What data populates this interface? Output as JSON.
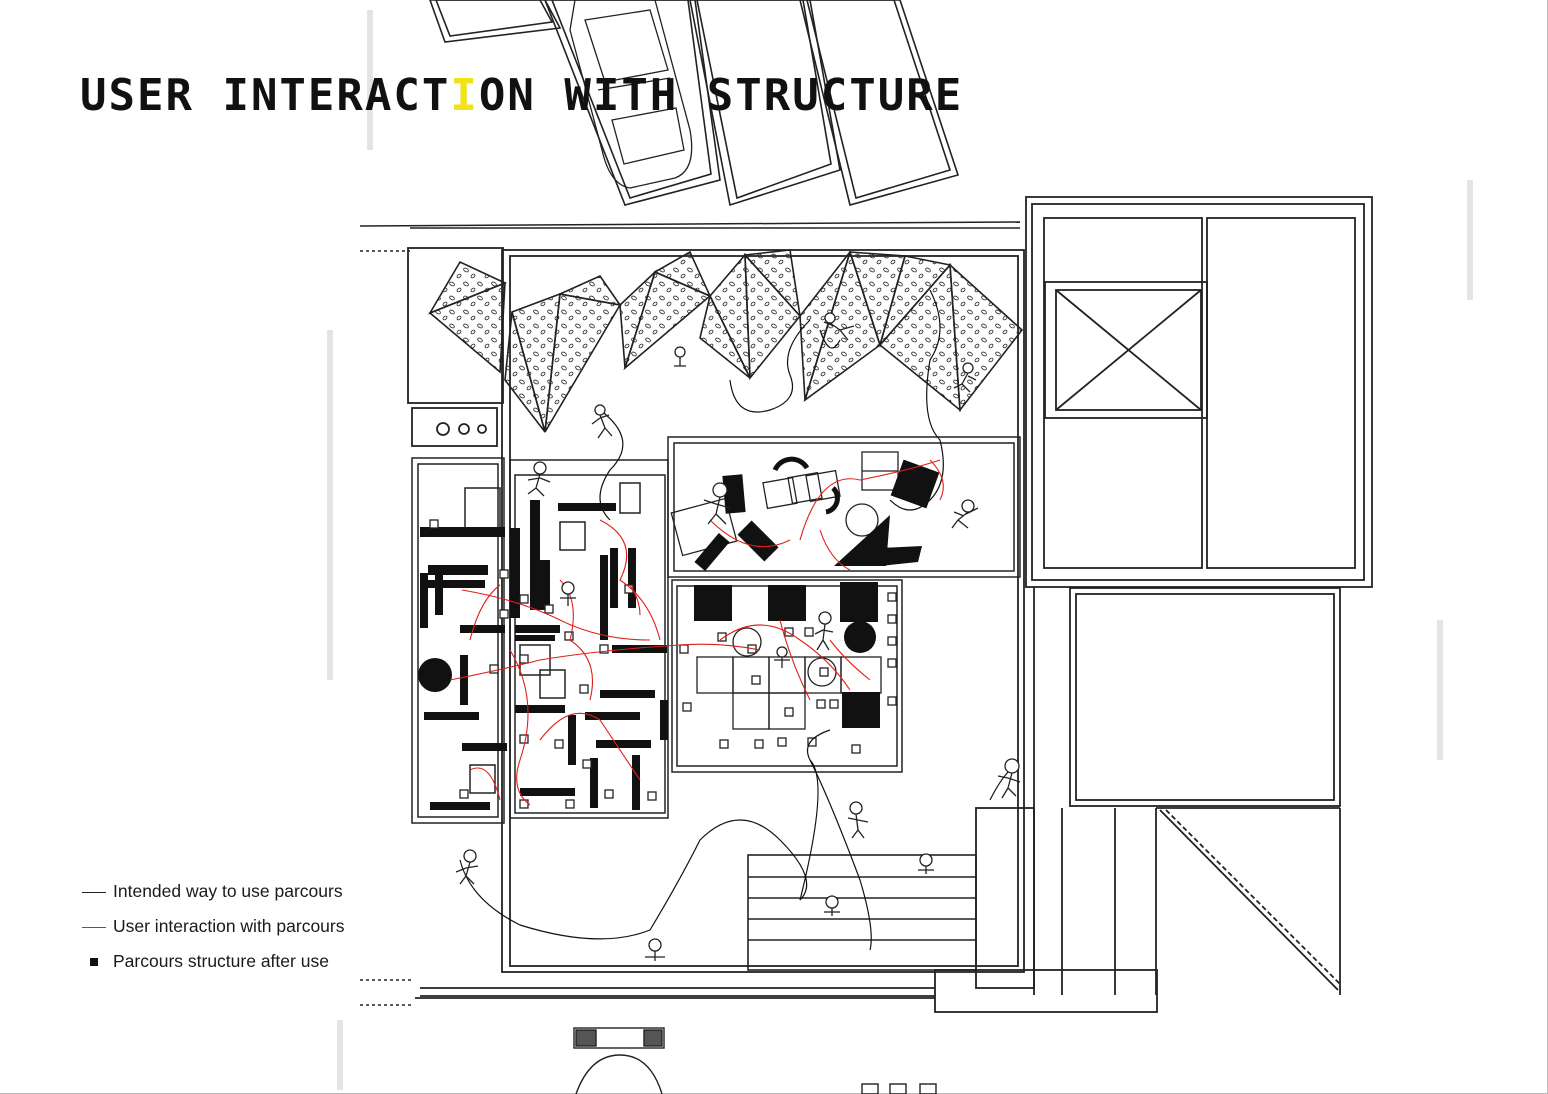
{
  "title": {
    "before": "USER INTERACT",
    "accent": "I",
    "after": "ON WITH STRUCTURE"
  },
  "legend": [
    {
      "label": "Intended way to use parcours",
      "symbol": "line-icon",
      "color": "#222222"
    },
    {
      "label": "User interaction with parcours",
      "symbol": "red-line-icon",
      "color": "#e0201a"
    },
    {
      "label": "Parcours structure after use",
      "symbol": "square-icon",
      "color": "#111111"
    }
  ],
  "colors": {
    "ink": "#1a1a1a",
    "interaction": "#e0201a",
    "accent": "#f2e21a",
    "background": "#ffffff"
  }
}
